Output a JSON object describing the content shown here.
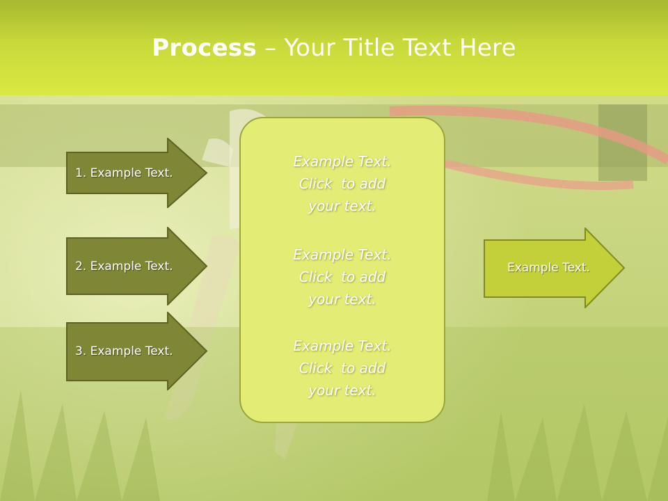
{
  "title": {
    "strong": "Process",
    "rest": " – Your Title Text Here"
  },
  "left_arrows": [
    {
      "label": "1. Example Text."
    },
    {
      "label": "2. Example Text."
    },
    {
      "label": "3. Example Text."
    }
  ],
  "center_blocks": [
    {
      "line1": "Example Text.",
      "line2": "Click  to add",
      "line3": "your text."
    },
    {
      "line1": "Example Text.",
      "line2": "Click  to add",
      "line3": "your text."
    },
    {
      "line1": "Example Text.",
      "line2": "Click  to add",
      "line3": "your text."
    }
  ],
  "right_arrow": {
    "label": "Example Text."
  },
  "colors": {
    "title_band": "#c7d93a",
    "left_arrow_fill": "#7f8636",
    "center_fill": "#e3ec74",
    "right_arrow_fill": "#c4d03a"
  }
}
